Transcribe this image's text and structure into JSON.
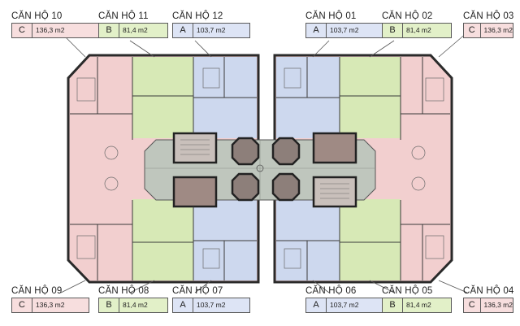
{
  "colors": {
    "typeA": "#cdd8ee",
    "typeB": "#d7e9b6",
    "typeC": "#f2cfcf",
    "core": "#bfc6bd",
    "room": "#9f8a84",
    "wall": "#2a2a2a"
  },
  "apartments": [
    {
      "id": "10",
      "name": "CĂN HỘ 10",
      "type": "C",
      "area": "136,3 m2"
    },
    {
      "id": "11",
      "name": "CĂN HỘ 11",
      "type": "B",
      "area": "81,4 m2"
    },
    {
      "id": "12",
      "name": "CĂN HỘ 12",
      "type": "A",
      "area": "103,7 m2"
    },
    {
      "id": "01",
      "name": "CĂN HỘ 01",
      "type": "A",
      "area": "103,7 m2"
    },
    {
      "id": "02",
      "name": "CĂN HỘ 02",
      "type": "B",
      "area": "81,4 m2"
    },
    {
      "id": "03",
      "name": "CĂN HỘ 03",
      "type": "C",
      "area": "136,3 m2"
    },
    {
      "id": "09",
      "name": "CĂN HỘ 09",
      "type": "C",
      "area": "136,3 m2"
    },
    {
      "id": "08",
      "name": "CĂN HỘ 08",
      "type": "B",
      "area": "81,4 m2"
    },
    {
      "id": "07",
      "name": "CĂN HỘ 07",
      "type": "A",
      "area": "103,7 m2"
    },
    {
      "id": "06",
      "name": "CĂN HỘ 06",
      "type": "A",
      "area": "103,7 m2"
    },
    {
      "id": "05",
      "name": "CĂN HỘ 05",
      "type": "B",
      "area": "81,4 m2"
    },
    {
      "id": "04",
      "name": "CĂN HỘ 04",
      "type": "C",
      "area": "136,3 m2"
    }
  ]
}
